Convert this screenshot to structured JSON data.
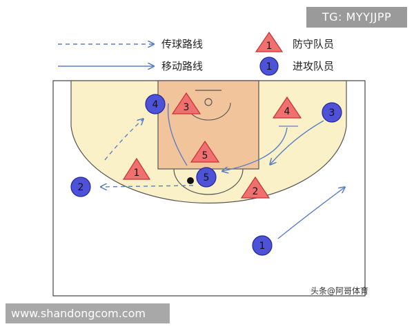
{
  "legend": {
    "pass_route": "传球路线",
    "move_route": "移动路线",
    "defender": "防守队员",
    "attacker": "进攻队员",
    "defender_icon_label": "1",
    "attacker_icon_label": "1"
  },
  "defenders": [
    {
      "id": "d3",
      "label": "3"
    },
    {
      "id": "d4",
      "label": "4"
    },
    {
      "id": "d5",
      "label": "5"
    },
    {
      "id": "d1",
      "label": "1"
    },
    {
      "id": "d2",
      "label": "2"
    }
  ],
  "attackers": [
    {
      "id": "a4",
      "label": "4"
    },
    {
      "id": "a3",
      "label": "3"
    },
    {
      "id": "a5",
      "label": "5"
    },
    {
      "id": "a2",
      "label": "2"
    },
    {
      "id": "a1",
      "label": "1"
    }
  ],
  "watermarks": {
    "tg": "TG: MYYJJPP",
    "site": "www.shandongcom.com",
    "credit": "头条@阿哥体育"
  },
  "colors": {
    "defender_fill": "#f07070",
    "defender_stroke": "#c83030",
    "attacker_fill": "#4d52d6",
    "attacker_stroke": "#23279a",
    "arc_area": "#faf1c8",
    "paint": "#f2c49b",
    "route": "#5a7fc4"
  }
}
